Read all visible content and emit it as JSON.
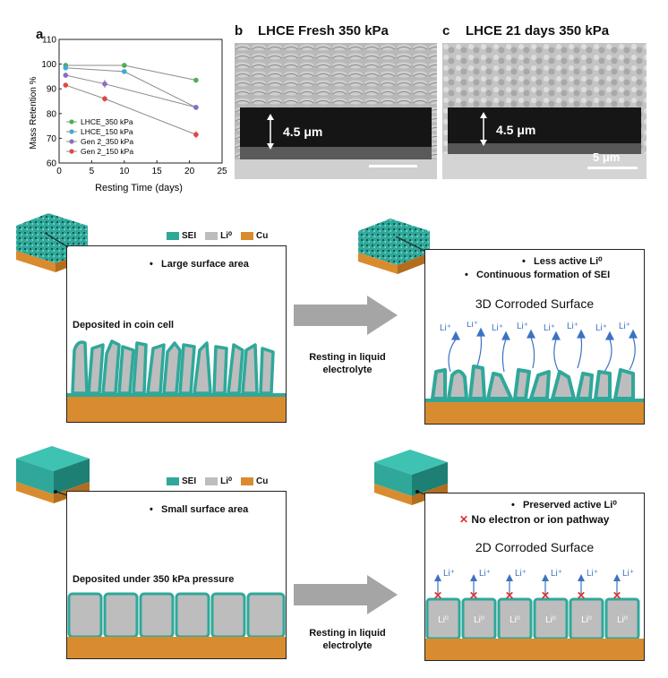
{
  "panel_a": {
    "letter": "a",
    "chart_data": {
      "type": "scatter",
      "xlabel": "Resting Time  (days)",
      "ylabel": "Mass Retention %",
      "xlim": [
        0,
        25
      ],
      "ylim": [
        60,
        110
      ],
      "xticks": [
        0,
        5,
        10,
        15,
        20,
        25
      ],
      "yticks": [
        60,
        70,
        80,
        90,
        100,
        110
      ],
      "legend_position": "lower-left",
      "series": [
        {
          "name": "LHCE_350 kPa",
          "color": "#4caf50",
          "x": [
            1,
            10,
            21
          ],
          "y": [
            99.5,
            99.5,
            93.5
          ],
          "err": [
            0.8,
            0.8,
            0.6
          ]
        },
        {
          "name": "LHCE_150 kPa",
          "color": "#3fa9d6",
          "x": [
            1,
            10,
            21
          ],
          "y": [
            98.5,
            97.0,
            82.5
          ],
          "err": [
            0.8,
            0.8,
            0.8
          ]
        },
        {
          "name": "Gen 2_350 kPa",
          "color": "#8a6dbf",
          "x": [
            1,
            7,
            21
          ],
          "y": [
            95.5,
            92.0,
            82.5
          ],
          "err": [
            1.0,
            1.6,
            0.8
          ]
        },
        {
          "name": "Gen 2_150 kPa",
          "color": "#e04848",
          "x": [
            1,
            7,
            21
          ],
          "y": [
            91.5,
            86.0,
            71.5
          ],
          "err": [
            0.8,
            1.2,
            1.4
          ]
        }
      ]
    }
  },
  "panel_b": {
    "letter": "b",
    "title": "LHCE Fresh 350 kPa",
    "thickness": "4.5 μm"
  },
  "panel_c": {
    "letter": "c",
    "title": "LHCE 21 days 350 kPa",
    "thickness": "4.5 μm",
    "scale_bar": "5 μm"
  },
  "top_scheme": {
    "legend": [
      "SEI",
      "Li⁰",
      "Cu"
    ],
    "left_bullet": "Large surface area",
    "left_caption": "Deposited in coin cell",
    "arrow_label_1": "Resting in liquid",
    "arrow_label_2": "electrolyte",
    "right_bullet_1": "Less active Li⁰",
    "right_bullet_2": "Continuous formation of SEI",
    "right_title": "3D Corroded Surface",
    "ion_label": "Li⁺"
  },
  "bottom_scheme": {
    "legend": [
      "SEI",
      "Li⁰",
      "Cu"
    ],
    "left_bullet": "Small surface area",
    "left_caption": "Deposited under 350 kPa pressure",
    "arrow_label_1": "Resting in liquid",
    "arrow_label_2": "electrolyte",
    "right_bullet_1": "Preserved active Li⁰",
    "right_bullet_2": "No electron or ion pathway",
    "right_title": "2D Corroded Surface",
    "ion_label": "Li⁺",
    "cell_label": "Li⁰"
  },
  "colors": {
    "sei": "#2fa89a",
    "li": "#bdbdbd",
    "cu": "#d98c2f",
    "arrow": "#3b72c4",
    "cross": "#e0302a"
  }
}
